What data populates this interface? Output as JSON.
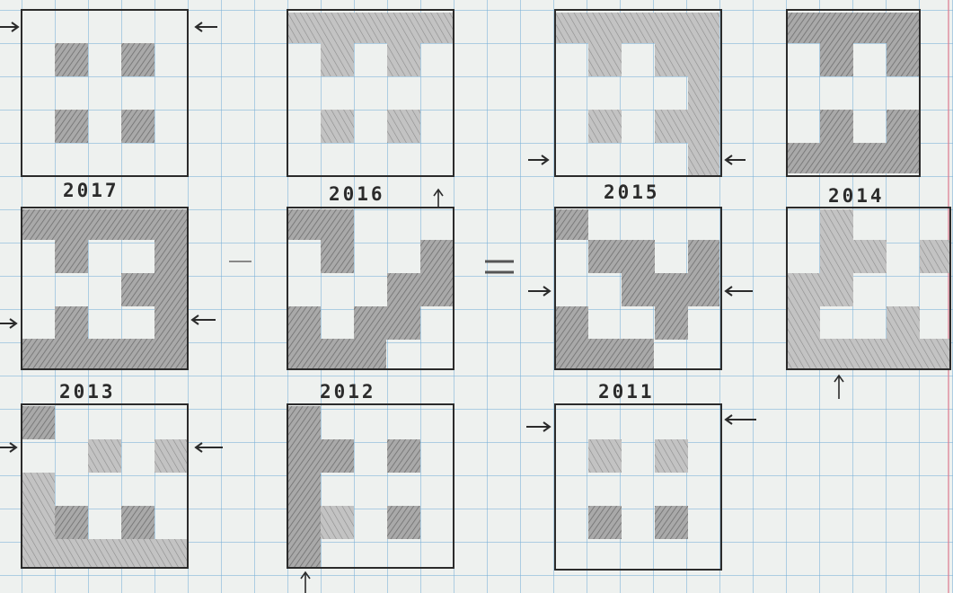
{
  "labels": {
    "y2017": "2017",
    "y2016": "2016",
    "y2015": "2015",
    "y2014": "2014",
    "y2013": "2013",
    "y2012": "2012",
    "y2011": "2011"
  },
  "colors": {
    "grid_line": "#78afd7",
    "paper": "#eef1ef",
    "pencil": "#2b2b2b",
    "shading": "#9a9a9a"
  }
}
